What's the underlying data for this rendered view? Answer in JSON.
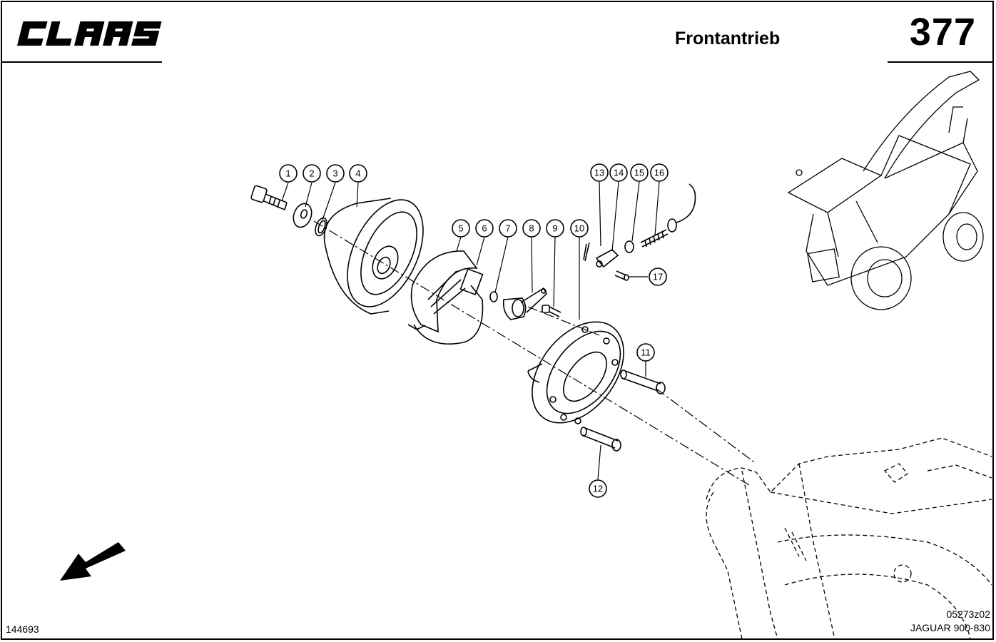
{
  "header": {
    "brand": "CLAAS",
    "title": "Frontantrieb",
    "page_number": "377"
  },
  "callouts": [
    {
      "label": "1"
    },
    {
      "label": "2"
    },
    {
      "label": "3"
    },
    {
      "label": "4"
    },
    {
      "label": "5"
    },
    {
      "label": "6"
    },
    {
      "label": "7"
    },
    {
      "label": "8"
    },
    {
      "label": "9"
    },
    {
      "label": "10"
    },
    {
      "label": "11"
    },
    {
      "label": "12"
    },
    {
      "label": "13"
    },
    {
      "label": "14"
    },
    {
      "label": "15"
    },
    {
      "label": "16"
    },
    {
      "label": "17"
    }
  ],
  "footer": {
    "doc_number": "144693",
    "drawing_code": "05273z02",
    "model": "JAGUAR 900-830"
  }
}
